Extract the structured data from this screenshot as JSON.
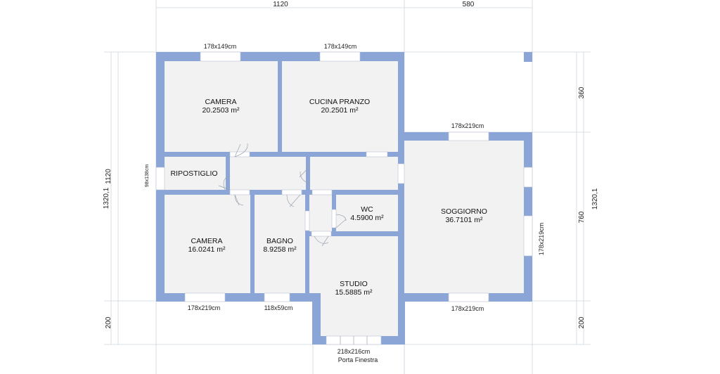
{
  "rooms": {
    "camera_top": {
      "name": "CAMERA",
      "area": "20.2503 m²"
    },
    "cucina": {
      "name": "CUCINA PRANZO",
      "area": "20.2501 m²"
    },
    "ripostiglio": {
      "name": "RIPOSTIGLIO"
    },
    "wc": {
      "name": "WC",
      "area": "4.5900 m²"
    },
    "soggiorno": {
      "name": "SOGGIORNO",
      "area": "36.7101 m²"
    },
    "camera_bottom": {
      "name": "CAMERA",
      "area": "16.0241 m²"
    },
    "bagno": {
      "name": "BAGNO",
      "area": "8.9258 m²"
    },
    "studio": {
      "name": "STUDIO",
      "area": "15.5885 m²"
    }
  },
  "windows": {
    "camera_top": "178x149cm",
    "cucina": "178x149cm",
    "soggiorno_top": "178x219cm",
    "soggiorno_right": "178x219cm",
    "soggiorno_bottom": "178x219cm",
    "camera_bottom": "178x219cm",
    "bagno": "118x59cm",
    "ripostiglio": "98x138cm",
    "studio_door": "218x216cm",
    "studio_door_type": "Porta Finestra"
  },
  "dimensions": {
    "top_left": "1120",
    "top_right": "580",
    "left_total": "1320,1",
    "left_upper": "1120",
    "left_lower": "200",
    "right_top": "360",
    "right_middle": "760",
    "right_lower": "200",
    "right_total": "1320,1"
  },
  "colors": {
    "wall": "#8aa5d6",
    "floor": "#f2f2f2"
  }
}
